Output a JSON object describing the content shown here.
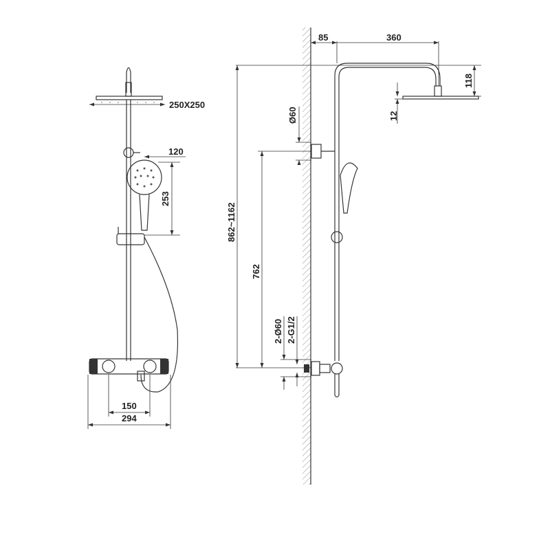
{
  "front_view": {
    "head_size": "250X250",
    "hand_shower_offset": "120",
    "hand_shower_height": "253",
    "inlet_spacing": "150",
    "mixer_width": "294"
  },
  "side_view": {
    "wall_offset": "85",
    "arm_length": "360",
    "arm_drop": "118",
    "head_thickness": "12",
    "bracket_diameter": "Ø60",
    "total_height": "862~1162",
    "bracket_height": "762",
    "inlet_diameter": "2-Ø60",
    "inlet_thread": "2-G1/2"
  }
}
